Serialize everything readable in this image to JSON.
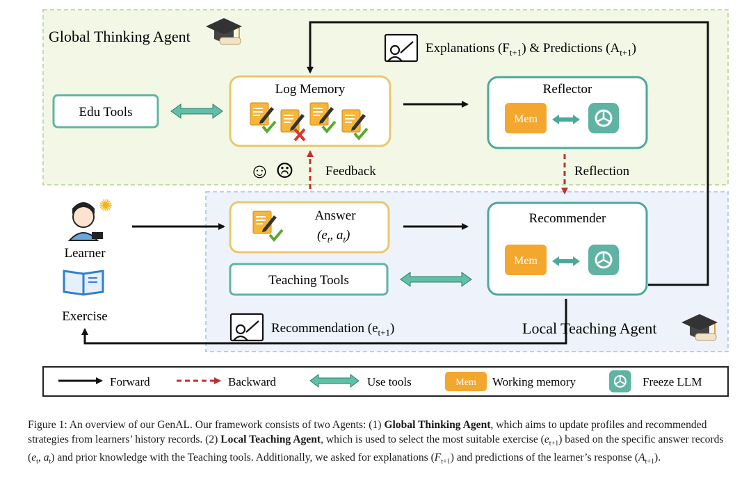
{
  "global_agent": {
    "title": "Global Thinking Agent"
  },
  "local_agent": {
    "title": "Local  Teaching Agent"
  },
  "edu_tools": {
    "label": "Edu Tools"
  },
  "log_memory": {
    "label": "Log Memory"
  },
  "reflector": {
    "label": "Reflector"
  },
  "recommender": {
    "label": "Recommender"
  },
  "answer": {
    "label": "Answer",
    "formula": "(e",
    "sub": "t",
    "mid": ", a",
    "sub2": "t",
    "close": ")"
  },
  "teaching_tools": {
    "label": "Teaching Tools"
  },
  "learner": {
    "label": "Learner"
  },
  "exercise": {
    "label": "Exercise"
  },
  "mem_badge": "Mem",
  "explanations": {
    "text": "Explanations (F",
    "sub1": "t+1",
    "mid": ") & Predictions (A",
    "sub2": "t+1",
    "close": ")"
  },
  "feedback": {
    "label": "Feedback"
  },
  "reflection": {
    "label": "Reflection"
  },
  "recommendation": {
    "text": "Recommendation (e",
    "sub": "t+1",
    "close": ")"
  },
  "legend": {
    "forward": "Forward",
    "backward": "Backward",
    "use_tools": "Use tools",
    "working_memory": "Working memory",
    "freeze_llm": "Freeze LLM"
  },
  "colors": {
    "global_bg": "#f3f8e6",
    "global_border": "#b7cf8a",
    "local_bg": "#eef3fb",
    "local_border": "#a8bedf",
    "teal": "#4aa99a",
    "yellow_border": "#e9c86a",
    "mem_orange": "#f3a72e",
    "red_dash": "#c0302a"
  },
  "caption": {
    "p1": "Figure 1: An overview of our GenAL. Our framework consists of two Agents: (1) ",
    "b1": "Global Thinking Agent",
    "p2": ", which aims to update profiles and recommended strategies from learners’ history records. (2) ",
    "b2": "Local Teaching Agent",
    "p3": ", which is used to select the most suitable exercise (",
    "e1": "e",
    "s1": "t+1",
    "p4": ") based on the specific answer records (",
    "e2": "e",
    "s2": "t",
    "p5": ", ",
    "e3": "a",
    "s3": "t",
    "p6": ") and prior knowledge with the Teaching tools. Additionally, we asked for explanations (",
    "e4": "F",
    "s4": "t+1",
    "p7": ") and predictions of the learner’s response (",
    "e5": "A",
    "s5": "t+1",
    "p8": ")."
  }
}
